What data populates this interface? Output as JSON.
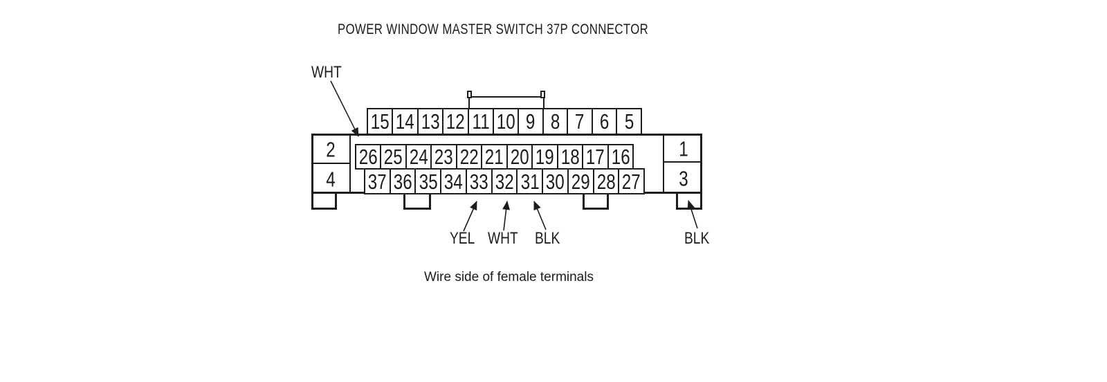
{
  "title": "POWER WINDOW MASTER SWITCH 37P CONNECTOR",
  "caption": "Wire side of female terminals",
  "connector": {
    "name": "37P connector",
    "pin_rows": {
      "top": [
        "15",
        "14",
        "13",
        "12",
        "11",
        "10",
        "9",
        "8",
        "7",
        "6",
        "5"
      ],
      "middle": [
        "26",
        "25",
        "24",
        "23",
        "22",
        "21",
        "20",
        "19",
        "18",
        "17",
        "16"
      ],
      "bottom": [
        "37",
        "36",
        "35",
        "34",
        "33",
        "32",
        "31",
        "30",
        "29",
        "28",
        "27"
      ]
    },
    "side_pins": {
      "left_top": "2",
      "left_bottom": "4",
      "right_top": "1",
      "right_bottom": "3"
    }
  },
  "wire_labels": {
    "pin26": "WHT",
    "pin33": "YEL",
    "pin32": "WHT",
    "pin31": "BLK",
    "pin3": "BLK"
  },
  "colors": {
    "line": "#1c1c1c",
    "background": "#ffffff"
  }
}
